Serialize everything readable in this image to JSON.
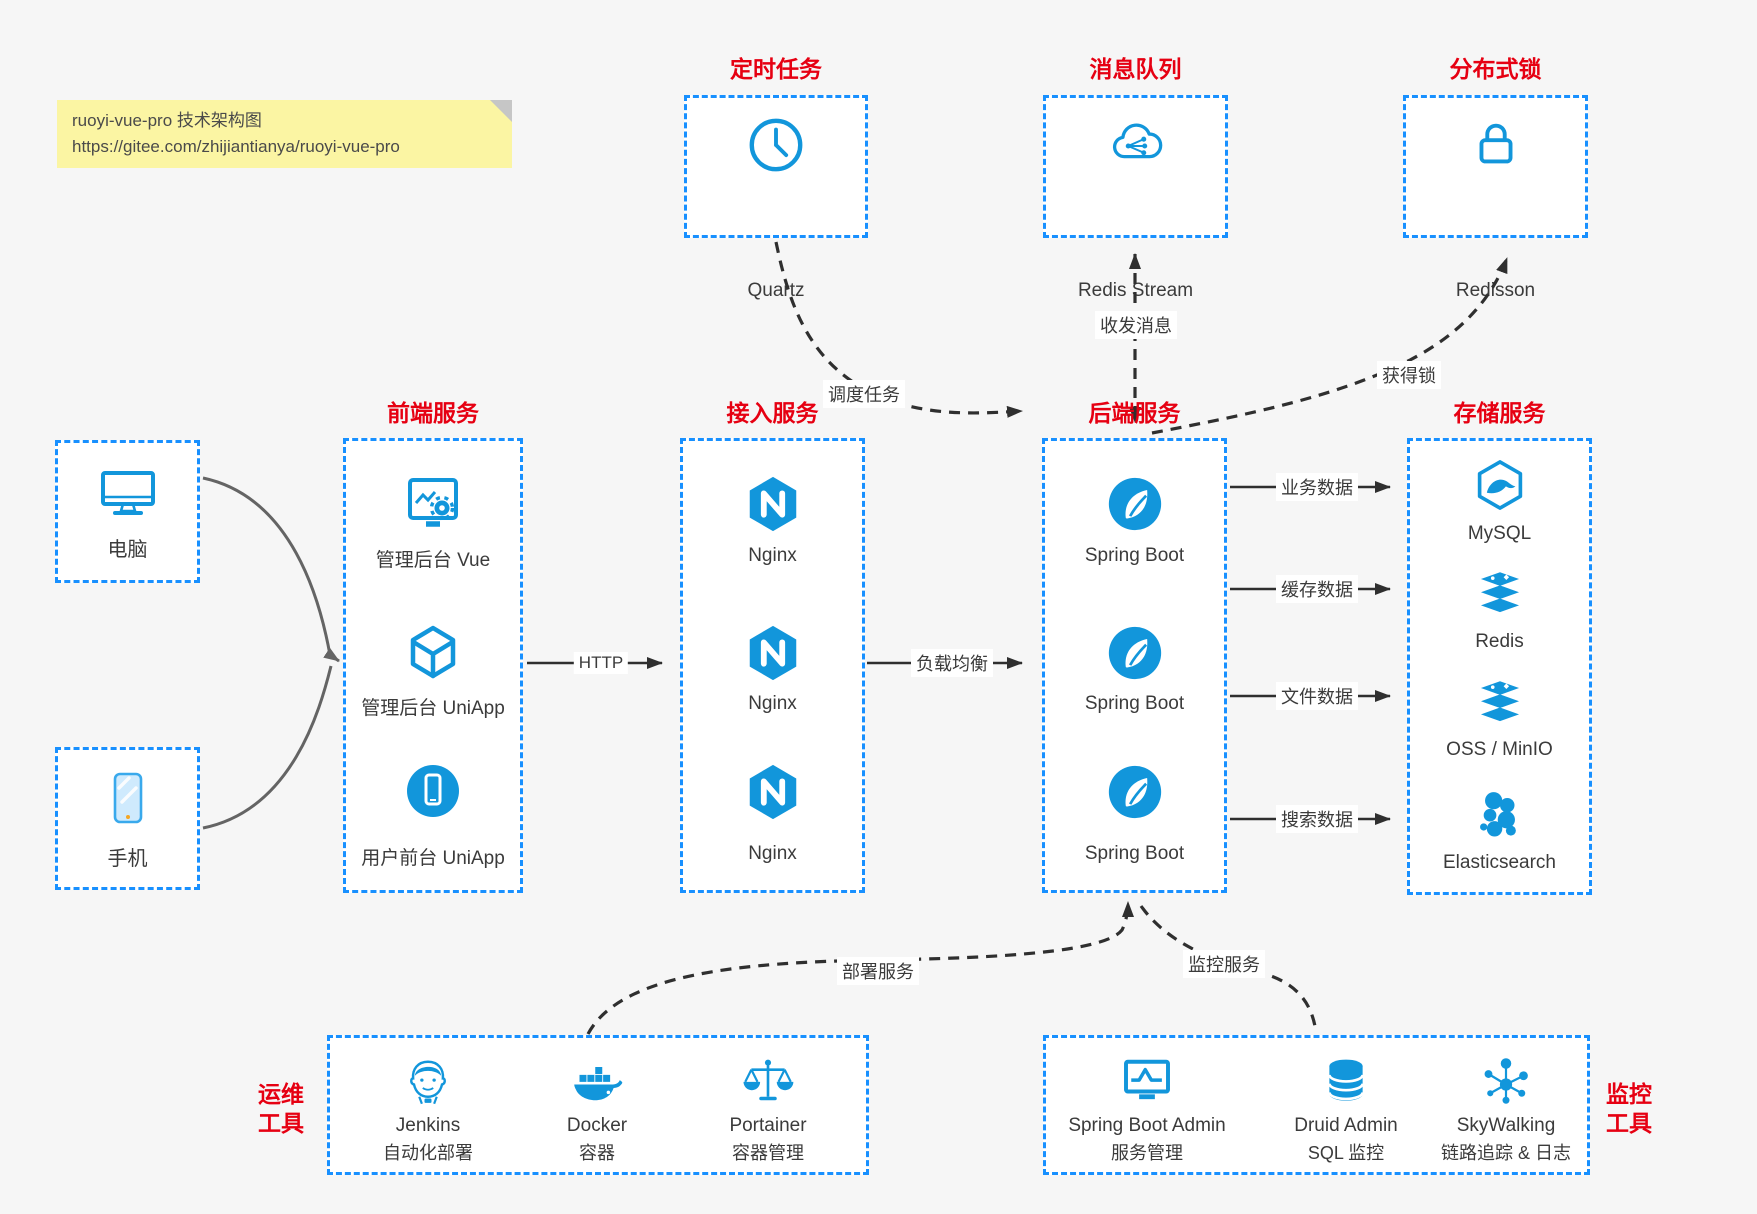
{
  "note": {
    "line1": "ruoyi-vue-pro 技术架构图",
    "line2": "https://gitee.com/zhijiantianya/ruoyi-vue-pro"
  },
  "colors": {
    "border_blue": "#1890ff",
    "icon_blue": "#1296db",
    "title_red": "#e60012",
    "arrow_black": "#2f2f2f",
    "curve_gray": "#646464",
    "note_yellow": "#fbf5a3",
    "page_bg": "#f6f6f6",
    "box_bg": "#ffffff"
  },
  "top_services": [
    {
      "title": "定时任务",
      "item": "Quartz",
      "icon": "clock-icon"
    },
    {
      "title": "消息队列",
      "item": "Redis Stream",
      "icon": "cloud-stream-icon"
    },
    {
      "title": "分布式锁",
      "item": "Redisson",
      "icon": "lock-icon"
    }
  ],
  "clients": {
    "pc": "电脑",
    "phone": "手机"
  },
  "columns": {
    "frontend": {
      "title": "前端服务",
      "items": [
        "管理后台 Vue",
        "管理后台 UniApp",
        "用户前台 UniApp"
      ]
    },
    "gateway": {
      "title": "接入服务",
      "items": [
        "Nginx",
        "Nginx",
        "Nginx"
      ]
    },
    "backend": {
      "title": "后端服务",
      "items": [
        "Spring Boot",
        "Spring Boot",
        "Spring Boot"
      ]
    },
    "storage": {
      "title": "存储服务",
      "items": [
        "MySQL",
        "Redis",
        "OSS / MinIO",
        "Elasticsearch"
      ]
    }
  },
  "edges": {
    "http": "HTTP",
    "load_balance": "负载均衡",
    "biz_data": "业务数据",
    "cache_data": "缓存数据",
    "file_data": "文件数据",
    "search_data": "搜索数据",
    "schedule": "调度任务",
    "messages": "收发消息",
    "acquire_lock": "获得锁",
    "deploy": "部署服务",
    "monitor": "监控服务"
  },
  "ops_tools": {
    "label_line1": "运维",
    "label_line2": "工具",
    "items": [
      {
        "name": "Jenkins",
        "desc": "自动化部署"
      },
      {
        "name": "Docker",
        "desc": "容器"
      },
      {
        "name": "Portainer",
        "desc": "容器管理"
      }
    ]
  },
  "monitor_tools": {
    "label_line1": "监控",
    "label_line2": "工具",
    "items": [
      {
        "name": "Spring Boot Admin",
        "desc": "服务管理"
      },
      {
        "name": "Druid Admin",
        "desc": "SQL 监控"
      },
      {
        "name": "SkyWalking",
        "desc": "链路追踪 & 日志"
      }
    ]
  }
}
